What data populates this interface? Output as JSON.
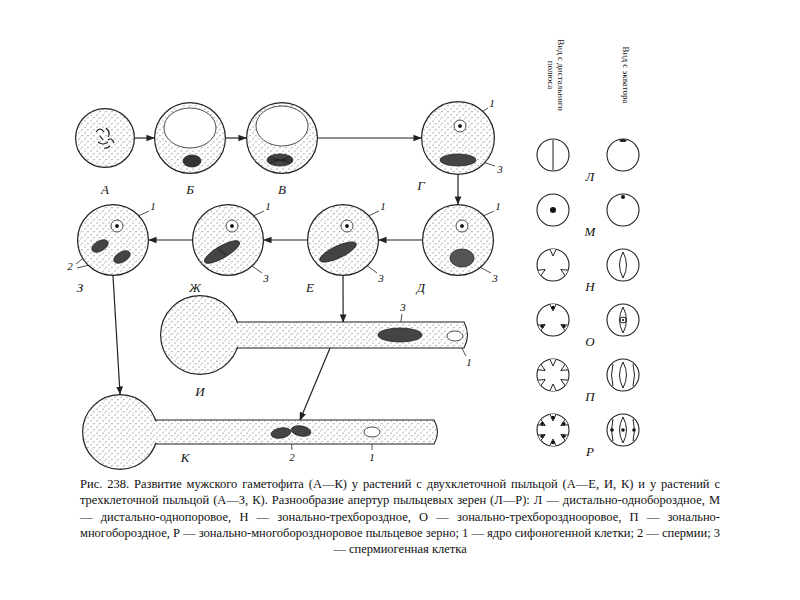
{
  "diagram": {
    "caption": "Рис. 238. Развитие мужского гаметофита (А—К) у растений с двухклеточной пыльцой (А—Е, И, К) и у растений с трехклеточной пыльцой (А—З, К). Разнообразие апертур пыльцевых зерен (Л—Р): Л — дистально-однобороздное, М — дистально-однопоровое, Н — зонально-трехбороздное, О — зонально-трехборозднооровое, П — зонально-многобороздное, Р — зонально-многобороздноровое пыльцевое зерно; 1 — ядро сифоногенной клетки; 2 — спермии; 3 — спермиогенная клетка",
    "nodes": [
      {
        "text": [
          "А"
        ]
      },
      {
        "text": [
          "Б"
        ]
      },
      {
        "text": [
          "В"
        ]
      },
      {
        "text": [
          "Г"
        ]
      },
      {
        "text": [
          "Д"
        ]
      },
      {
        "text": [
          "Е"
        ]
      },
      {
        "text": [
          "Ж"
        ]
      },
      {
        "text": [
          "З"
        ]
      },
      {
        "text": [
          "И"
        ]
      },
      {
        "text": [
          "К"
        ]
      }
    ],
    "edges": [
      {
        "from": 0,
        "to": 1,
        "arrow": "to"
      },
      {
        "from": 1,
        "to": 2,
        "arrow": "to"
      },
      {
        "from": 2,
        "to": 3,
        "arrow": "to"
      },
      {
        "from": 3,
        "to": 4,
        "arrow": "to"
      },
      {
        "from": 4,
        "to": 5,
        "arrow": "to"
      },
      {
        "from": 5,
        "to": 6,
        "arrow": "to"
      },
      {
        "from": 6,
        "to": 7,
        "arrow": "to"
      },
      {
        "from": 5,
        "to": 8,
        "arrow": "to"
      },
      {
        "from": 7,
        "to": 9,
        "arrow": "to"
      },
      {
        "from": 8,
        "to": 9,
        "arrow": "to"
      }
    ],
    "labels": [
      "Вид с дистального полюса",
      "Вид с экватора",
      "Л",
      "М",
      "Н",
      "О",
      "П",
      "Р",
      "1",
      "3",
      "1",
      "3",
      "1",
      "3",
      "1",
      "3",
      "1",
      "2",
      "3",
      "1",
      "2",
      "1"
    ]
  }
}
